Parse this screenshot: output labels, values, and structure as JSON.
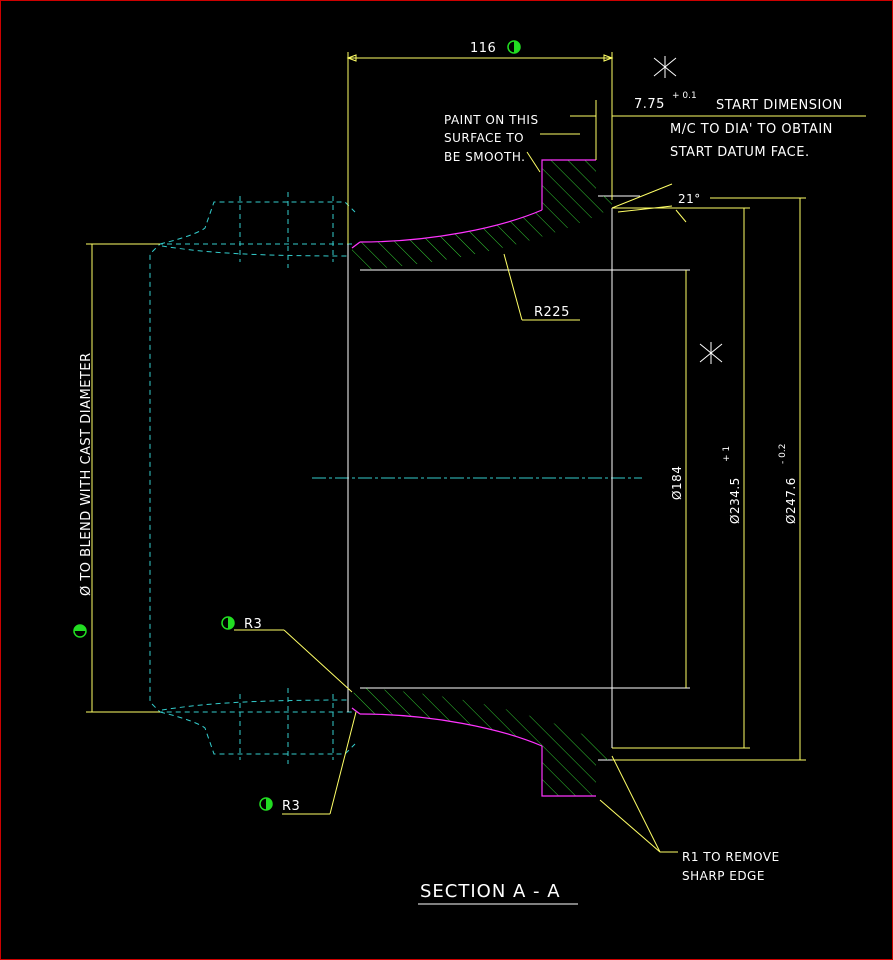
{
  "labels": {
    "dim_116": "116",
    "paint_1": "PAINT ON THIS",
    "paint_2": "SURFACE TO",
    "paint_3": "BE SMOOTH.",
    "start_value": "7.75",
    "start_tol": "+ 0.1",
    "start_1": "START DIMENSION",
    "start_2": "M/C TO DIA' TO OBTAIN",
    "start_3": "START DATUM FACE.",
    "angle": "21°",
    "r225": "R225",
    "dia184": "Ø184",
    "dia2345": "Ø234.5",
    "dia2345_tol": "+ 1",
    "dia2476": "Ø247.6",
    "dia2476_tol": "- 0.2",
    "blend": "Ø TO BLEND WITH CAST DIAMETER",
    "r3_top": "R3",
    "r3_bottom": "R3",
    "r1_1": "R1 TO REMOVE",
    "r1_2": "SHARP EDGE",
    "section": "SECTION A - A"
  },
  "colors": {
    "background": "#000000",
    "dimension": "#ffff66",
    "outline": "#ffffff",
    "hidden": "#33cccc",
    "section_edge": "#ff33ff",
    "hatch": "#33cc33",
    "symbol": "#22dd22",
    "border": "#cc0000"
  }
}
